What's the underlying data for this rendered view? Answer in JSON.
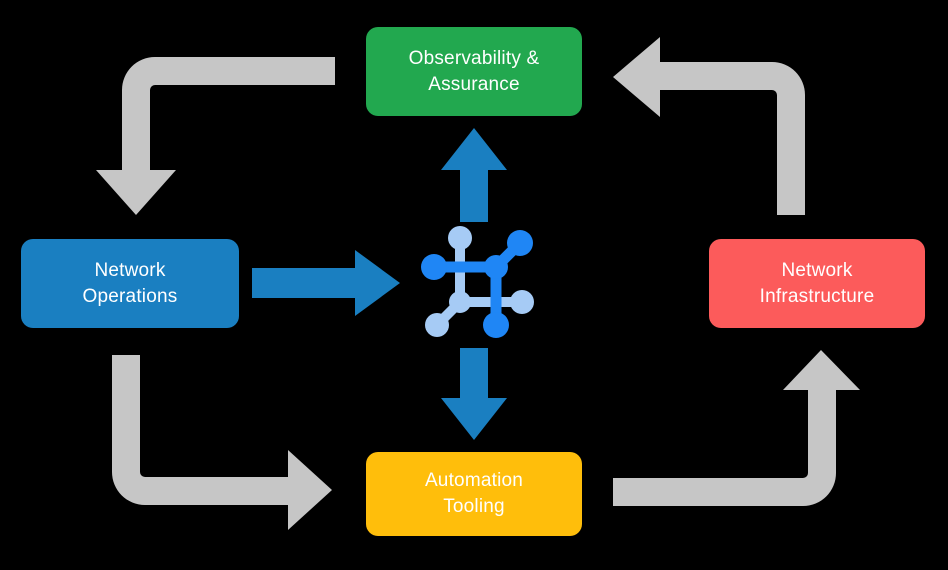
{
  "diagram": {
    "title": "Network automation lifecycle loop",
    "background_color": "#000000",
    "nodes": [
      {
        "id": "observability",
        "label_lines": [
          "Observability &",
          "Assurance"
        ],
        "line1": "Observability &",
        "line2": "Assurance",
        "color": "#22a84f",
        "text_color": "#ffffff",
        "position": "top-center"
      },
      {
        "id": "network-operations",
        "label_lines": [
          "Network",
          "Operations"
        ],
        "line1": "Network",
        "line2": "Operations",
        "color": "#1a7fc1",
        "text_color": "#ffffff",
        "position": "middle-left"
      },
      {
        "id": "network-infrastructure",
        "label_lines": [
          "Network",
          "Infrastructure"
        ],
        "line1": "Network",
        "line2": "Infrastructure",
        "color": "#fc5b5b",
        "text_color": "#ffffff",
        "position": "middle-right"
      },
      {
        "id": "automation-tooling",
        "label_lines": [
          "Automation",
          "Tooling"
        ],
        "line1": "Automation",
        "line2": "Tooling",
        "color": "#ffbe0b",
        "text_color": "#ffffff",
        "position": "bottom-center"
      }
    ],
    "center_icon": {
      "name": "network-topology-icon",
      "dark_color": "#1f86f5",
      "light_color": "#a6cbf5"
    },
    "arrows": {
      "blue_color": "#1a7fc1",
      "grey_color": "#c6c6c6",
      "blue": [
        {
          "id": "ops-to-center",
          "from": "network-operations",
          "to": "center-icon",
          "direction": "right"
        },
        {
          "id": "center-to-observability",
          "from": "center-icon",
          "to": "observability",
          "direction": "up"
        },
        {
          "id": "center-to-automation",
          "from": "center-icon",
          "to": "automation-tooling",
          "direction": "down"
        }
      ],
      "grey": [
        {
          "id": "observability-to-ops",
          "from": "observability",
          "to": "network-operations",
          "direction": "down"
        },
        {
          "id": "infra-to-observability",
          "from": "network-infrastructure",
          "to": "observability",
          "direction": "left"
        },
        {
          "id": "ops-to-automation",
          "from": "network-operations",
          "to": "automation-tooling",
          "direction": "right"
        },
        {
          "id": "automation-to-infra",
          "from": "automation-tooling",
          "to": "network-infrastructure",
          "direction": "up"
        }
      ]
    }
  }
}
